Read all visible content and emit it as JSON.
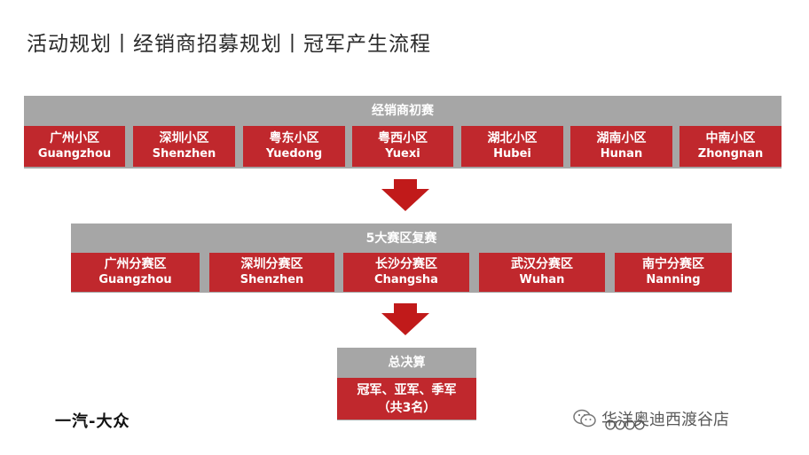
{
  "title": "活动规划丨经销商招募规划丨冠军产生流程",
  "stage1": {
    "header": "经销商初赛",
    "regions": [
      {
        "cn": "广州小区",
        "en": "Guangzhou"
      },
      {
        "cn": "深圳小区",
        "en": "Shenzhen"
      },
      {
        "cn": "粤东小区",
        "en": "Yuedong"
      },
      {
        "cn": "粤西小区",
        "en": "Yuexi"
      },
      {
        "cn": "湖北小区",
        "en": "Hubei"
      },
      {
        "cn": "湖南小区",
        "en": "Hunan"
      },
      {
        "cn": "中南小区",
        "en": "Zhongnan"
      }
    ]
  },
  "stage2": {
    "header": "5大赛区复赛",
    "regions": [
      {
        "cn": "广州分赛区",
        "en": "Guangzhou"
      },
      {
        "cn": "深圳分赛区",
        "en": "Shenzhen"
      },
      {
        "cn": "长沙分赛区",
        "en": "Changsha"
      },
      {
        "cn": "武汉分赛区",
        "en": "Wuhan"
      },
      {
        "cn": "南宁分赛区",
        "en": "Nanning"
      }
    ]
  },
  "stage3": {
    "header": "总决算",
    "line1": "冠军、亚军、季军",
    "line2": "（共3名）"
  },
  "footer": {
    "logo": "一汽-大众",
    "watermark": "华洋奥迪西渡谷店"
  },
  "colors": {
    "red": "#c0282d",
    "gray": "#a6a6a6",
    "arrow": "#c11a1a"
  }
}
